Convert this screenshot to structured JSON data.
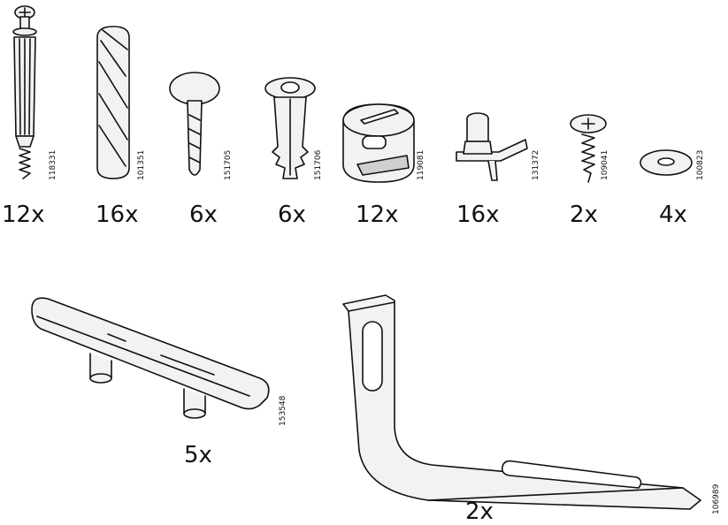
{
  "parts": [
    {
      "id": "cam-bolt",
      "code": "118331",
      "qty": "12x"
    },
    {
      "id": "wood-dowel",
      "code": "101351",
      "qty": "16x"
    },
    {
      "id": "shelf-pin",
      "code": "151705",
      "qty": "6x"
    },
    {
      "id": "hinge-plug",
      "code": "151706",
      "qty": "6x"
    },
    {
      "id": "cam-lock",
      "code": "119081",
      "qty": "12x"
    },
    {
      "id": "shelf-support",
      "code": "131372",
      "qty": "16x"
    },
    {
      "id": "screw",
      "code": "109041",
      "qty": "2x"
    },
    {
      "id": "washer",
      "code": "100823",
      "qty": "4x"
    },
    {
      "id": "bracket-bar",
      "code": "153548",
      "qty": "5x"
    },
    {
      "id": "angle-bracket",
      "code": "106989",
      "qty": "2x"
    }
  ]
}
